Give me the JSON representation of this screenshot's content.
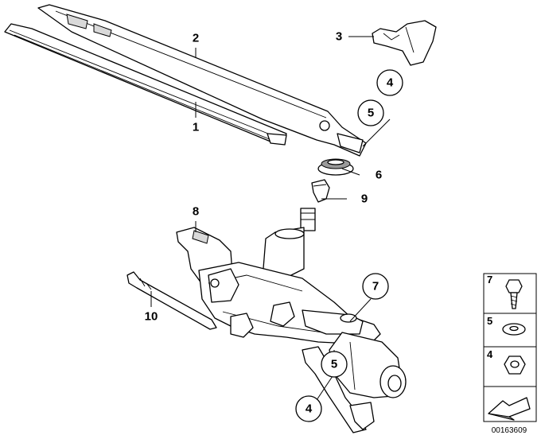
{
  "diagram": {
    "diagram_code": "00163609",
    "callouts": {
      "c1": "1",
      "c2": "2",
      "c3": "3",
      "c4a": "4",
      "c5a": "5",
      "c6": "6",
      "c7": "7",
      "c8": "8",
      "c9": "9",
      "c10": "10",
      "c5b": "5",
      "c4b": "4"
    },
    "legend": {
      "l7": "7",
      "l5": "5",
      "l4": "4"
    }
  }
}
